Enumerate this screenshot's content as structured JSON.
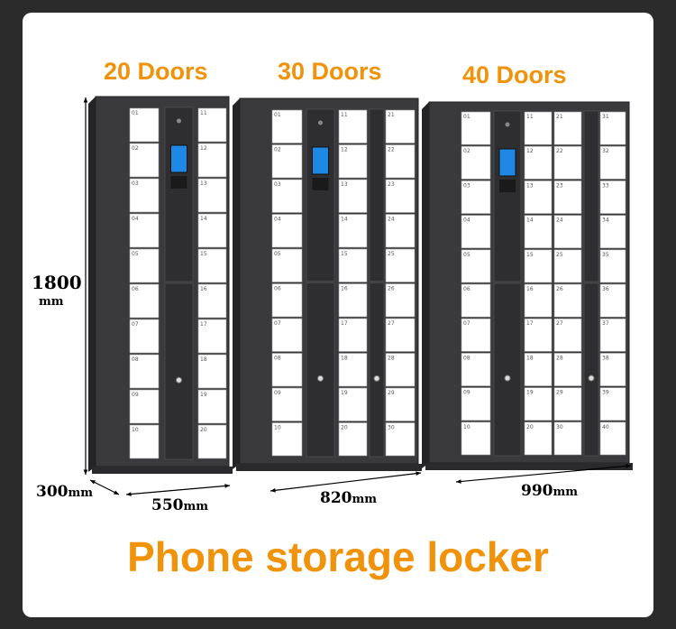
{
  "lockers": [
    {
      "label": "20 Doors"
    },
    {
      "label": "30 Doors"
    },
    {
      "label": "40 Doors"
    }
  ],
  "dimensions": {
    "height_value": "1800",
    "height_unit": "mm",
    "depth_value": "300",
    "depth_unit": "mm",
    "width_20_value": "550",
    "width_20_unit": "mm",
    "width_30_value": "820",
    "width_30_unit": "mm",
    "width_40_value": "990",
    "width_40_unit": "mm"
  },
  "title": "Phone storage locker",
  "colors": {
    "accent": "#f0920a",
    "cabinet": "#3a3a3c",
    "door": "#ffffff",
    "screen": "#1e88e5"
  }
}
